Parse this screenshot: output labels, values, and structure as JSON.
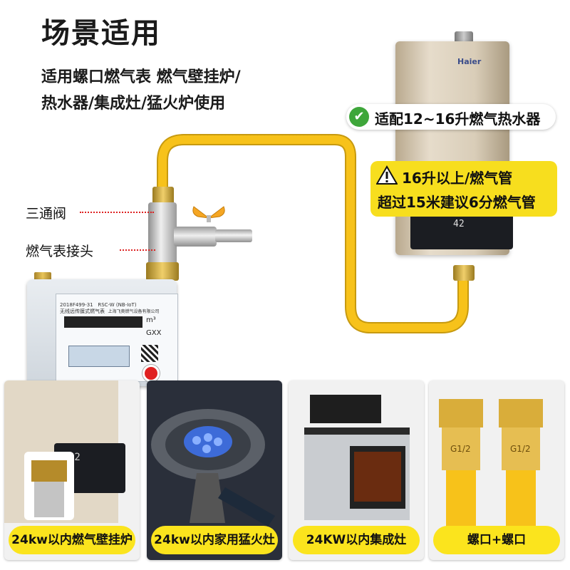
{
  "title": "场景适用",
  "description": {
    "line1": "适用螺口燃气表 燃气壁挂炉/",
    "line2": "热水器/集成灶/猛火炉使用"
  },
  "labels": {
    "three_way_valve": "三通阀",
    "meter_connector": "燃气表接头"
  },
  "badges": {
    "compatible": "适配12~16升燃气热水器",
    "warning_line1": "16升以上/燃气管",
    "warning_line2": "超过15米建议6分燃气管"
  },
  "heater": {
    "brand": "Haier",
    "display": "42"
  },
  "meter": {
    "model_code": "2018F499-31",
    "model_name": "RSC-W (NB-IoT)",
    "title": "无线远传膜式燃气表",
    "maker": "上海飞奥燃气设备有限公司",
    "unit": "m³",
    "mark": "GXX"
  },
  "cards": [
    {
      "caption": "24kw以内燃气壁挂炉",
      "icon": "wall-boiler"
    },
    {
      "caption": "24kw以内家用猛火灶",
      "icon": "gas-stove"
    },
    {
      "caption": "24KW以内集成灶",
      "icon": "integrated-stove"
    },
    {
      "caption": "螺口+螺口",
      "icon": "thread-connectors",
      "connector_text": "G1/2"
    }
  ],
  "colors": {
    "hose": "#f7c21a",
    "badge_yellow": "#f7de1e",
    "check_green": "#3ea63a",
    "caption_yellow": "#fbe41d"
  }
}
